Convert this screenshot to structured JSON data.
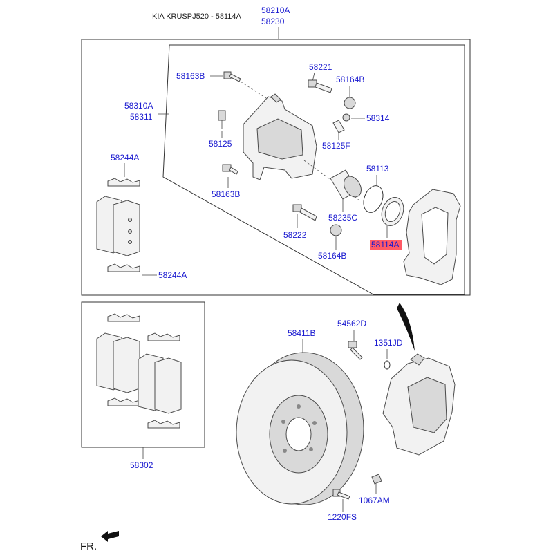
{
  "header": {
    "title": "KIA KRUSPJ520 - 58114A"
  },
  "labels": {
    "top_a": "58210A",
    "top_b": "58230",
    "caliper_a": "58310A",
    "caliper_b": "58311",
    "pads_top": "58244A",
    "pads_bottom": "58244A",
    "bolt_upper": "58163B",
    "bolt_lower": "58163B",
    "guide_pin_upper": "58221",
    "guide_pin_lower": "58222",
    "cap_upper": "58164B",
    "cap_lower": "58164B",
    "bleeder": "58314",
    "bleeder_cap": "58125",
    "bleeder_screw": "58125F",
    "seal": "58113",
    "piston": "58235C",
    "boot_highlighted": "58114A",
    "disc": "58411B",
    "disc_bolt": "54562D",
    "washer": "1351JD",
    "pad_kit": "58302",
    "hub_bolt": "1220FS",
    "plug": "1067AM",
    "front_marker": "FR."
  },
  "colors": {
    "label_text": "#1a1ad0",
    "highlight_fill": "#ff5a66",
    "line": "#333333"
  },
  "icons": {
    "front_arrow": "arrow-left-filled"
  }
}
